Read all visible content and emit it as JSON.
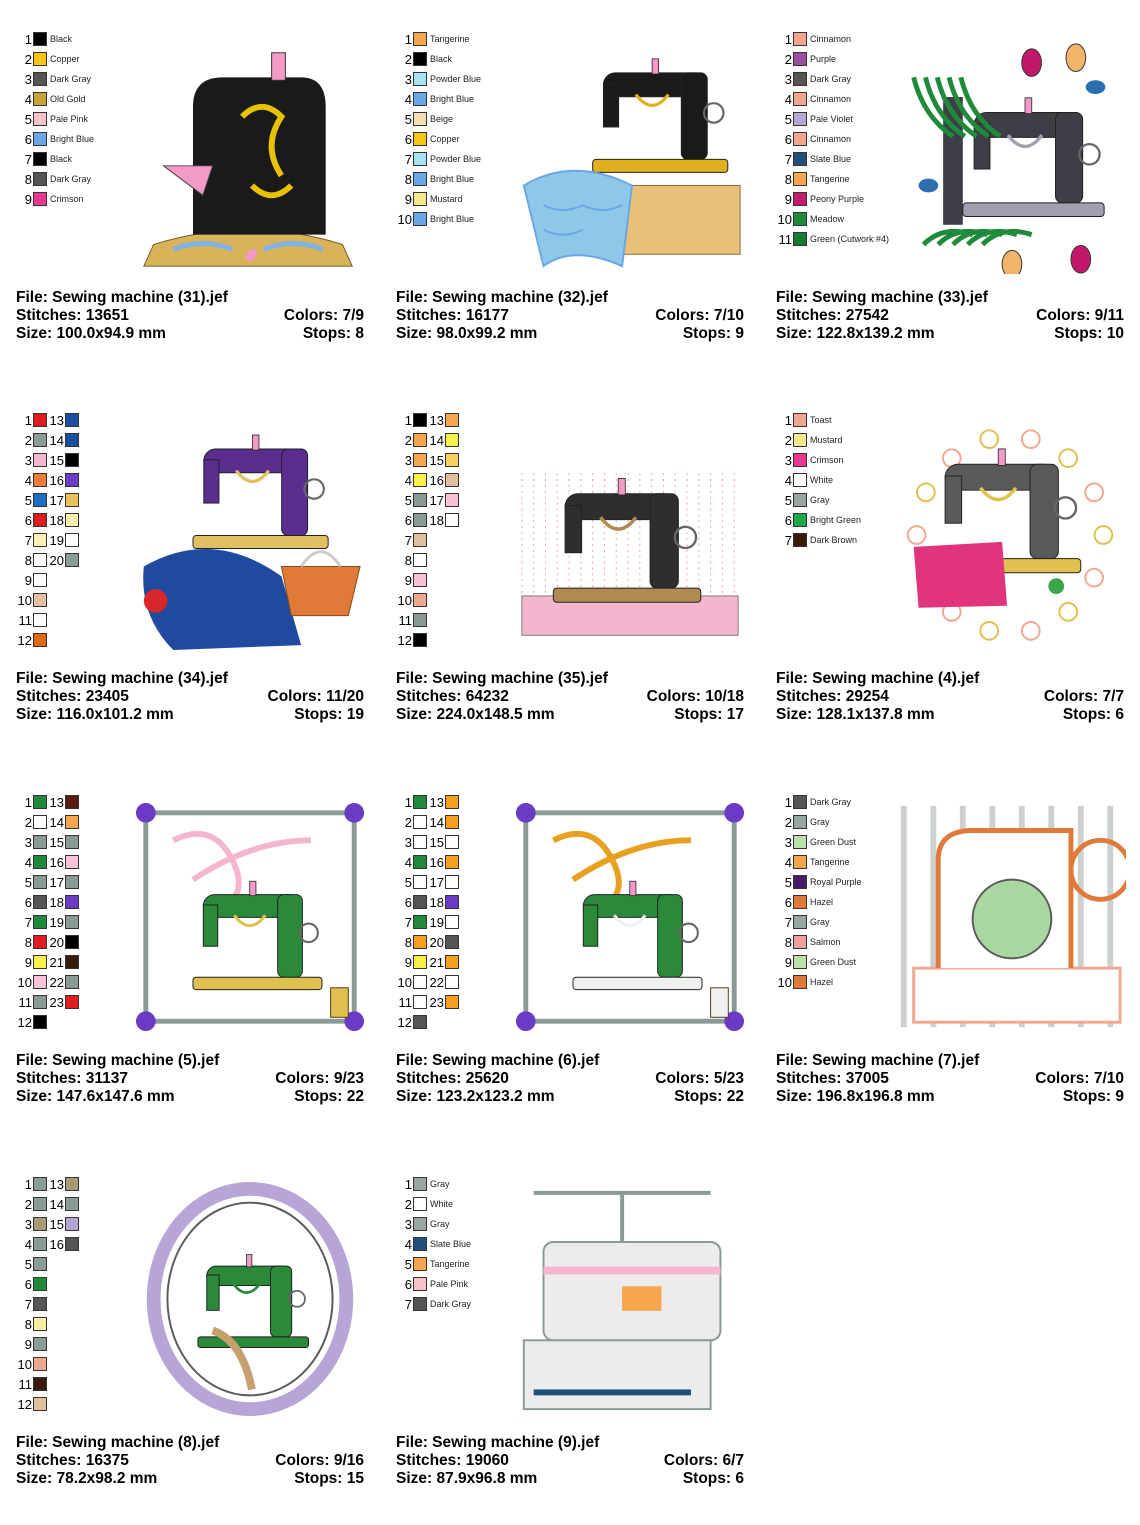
{
  "designs": [
    {
      "file": "File: Sewing machine (31).jef",
      "stitches": "Stitches: 13651",
      "colors": "Colors: 7/9",
      "size": "Size: 100.0x94.9 mm",
      "stops": "Stops: 8",
      "art": "vintage",
      "art_colors": [
        "#1a1a1a",
        "#e8c200",
        "#d9b35a",
        "#7fb3e6",
        "#f39ac8"
      ],
      "palette": [
        {
          "num": "1",
          "name": "Black",
          "color": "#000000"
        },
        {
          "num": "2",
          "name": "Copper",
          "color": "#f5c518"
        },
        {
          "num": "3",
          "name": "Dark Gray",
          "color": "#555555"
        },
        {
          "num": "4",
          "name": "Old Gold",
          "color": "#c9a23a"
        },
        {
          "num": "5",
          "name": "Pale Pink",
          "color": "#f7c1c9"
        },
        {
          "num": "6",
          "name": "Bright Blue",
          "color": "#6aa7e6"
        },
        {
          "num": "7",
          "name": "Black",
          "color": "#000000"
        },
        {
          "num": "8",
          "name": "Dark Gray",
          "color": "#555555"
        },
        {
          "num": "9",
          "name": "Crimson",
          "color": "#e8388f"
        }
      ]
    },
    {
      "file": "File: Sewing machine (32).jef",
      "stitches": "Stitches: 16177",
      "colors": "Colors: 7/10",
      "size": "Size: 98.0x99.2 mm",
      "stops": "Stops: 9",
      "art": "fabric",
      "art_colors": [
        "#1a1a1a",
        "#e0b020",
        "#e7c079",
        "#8fc7e8",
        "#6aa7e6"
      ],
      "palette": [
        {
          "num": "1",
          "name": "Tangerine",
          "color": "#f7a650"
        },
        {
          "num": "2",
          "name": "Black",
          "color": "#000000"
        },
        {
          "num": "3",
          "name": "Powder Blue",
          "color": "#a6e3f2"
        },
        {
          "num": "4",
          "name": "Bright Blue",
          "color": "#6aa7e6"
        },
        {
          "num": "5",
          "name": "Beige",
          "color": "#f5deb0"
        },
        {
          "num": "6",
          "name": "Copper",
          "color": "#f5c518"
        },
        {
          "num": "7",
          "name": "Powder Blue",
          "color": "#a6e3f2"
        },
        {
          "num": "8",
          "name": "Bright Blue",
          "color": "#6aa7e6"
        },
        {
          "num": "9",
          "name": "Mustard",
          "color": "#f5e88c"
        },
        {
          "num": "10",
          "name": "Bright Blue",
          "color": "#6aa7e6"
        }
      ]
    },
    {
      "file": "File: Sewing machine (33).jef",
      "stitches": "Stitches: 27542",
      "colors": "Colors: 9/11",
      "size": "Size: 122.8x139.2 mm",
      "stops": "Stops: 10",
      "art": "tulips",
      "art_colors": [
        "#3e3e46",
        "#1f8a3a",
        "#c2186b",
        "#f2b36b",
        "#2c6fb0"
      ],
      "palette": [
        {
          "num": "1",
          "name": "Cinnamon",
          "color": "#f0a890"
        },
        {
          "num": "2",
          "name": "Purple",
          "color": "#9b4fa0"
        },
        {
          "num": "3",
          "name": "Dark Gray",
          "color": "#555555"
        },
        {
          "num": "4",
          "name": "Cinnamon",
          "color": "#f0a890"
        },
        {
          "num": "5",
          "name": "Pale Violet",
          "color": "#b7a5d8"
        },
        {
          "num": "6",
          "name": "Cinnamon",
          "color": "#f0a890"
        },
        {
          "num": "7",
          "name": "Slate Blue",
          "color": "#1f4f7a"
        },
        {
          "num": "8",
          "name": "Tangerine",
          "color": "#f7a650"
        },
        {
          "num": "9",
          "name": "Peony Purple",
          "color": "#c21c6a"
        },
        {
          "num": "10",
          "name": "Meadow",
          "color": "#1f8a3a"
        },
        {
          "num": "11",
          "name": "Green (Cutwork #4)",
          "color": "#137a3a"
        }
      ]
    },
    {
      "file": "File: Sewing machine (34).jef",
      "stitches": "Stitches: 23405",
      "colors": "Colors: 11/20",
      "size": "Size: 116.0x101.2 mm",
      "stops": "Stops: 19",
      "art": "basket",
      "art_colors": [
        "#5a2d8f",
        "#e0c060",
        "#1f4aa0",
        "#e07a3a",
        "#d62828"
      ],
      "palette": [
        {
          "num": "1",
          "color": "#e11b1b",
          "num2": "13",
          "color2": "#1b4ea0"
        },
        {
          "num": "2",
          "color": "#8a9a96",
          "num2": "14",
          "color2": "#1b4ea0"
        },
        {
          "num": "3",
          "color": "#f7b6d0",
          "num2": "15",
          "color2": "#000000"
        },
        {
          "num": "4",
          "color": "#f07a3a",
          "num2": "16",
          "color2": "#6a3bc4"
        },
        {
          "num": "5",
          "color": "#1b6ec4",
          "num2": "17",
          "color2": "#e8c05a"
        },
        {
          "num": "6",
          "color": "#e11b1b",
          "num2": "18",
          "color2": "#f7f0b0"
        },
        {
          "num": "7",
          "color": "#f7f0b0",
          "num2": "19",
          "color2": "#ffffff"
        },
        {
          "num": "8",
          "color": "#ffffff",
          "num2": "20",
          "color2": "#8a9a96"
        },
        {
          "num": "9",
          "color": "#ffffff"
        },
        {
          "num": "10",
          "color": "#e0c0a0"
        },
        {
          "num": "11",
          "color": "#ffffff"
        },
        {
          "num": "12",
          "color": "#e06a1a"
        }
      ]
    },
    {
      "file": "File: Sewing machine (35).jef",
      "stitches": "Stitches: 64232",
      "colors": "Colors: 10/18",
      "size": "Size: 224.0x148.5 mm",
      "stops": "Stops: 17",
      "art": "wide",
      "art_colors": [
        "#2e2e2e",
        "#f4b6cf",
        "#7a7a7a",
        "#b08a50",
        "#e8a0c0"
      ],
      "palette": [
        {
          "num": "1",
          "color": "#000000",
          "num2": "13",
          "color2": "#f7a650"
        },
        {
          "num": "2",
          "color": "#f7a650",
          "num2": "14",
          "color2": "#f7f04a"
        },
        {
          "num": "3",
          "color": "#f7a650",
          "num2": "15",
          "color2": "#f7d060"
        },
        {
          "num": "4",
          "color": "#f7f04a",
          "num2": "16",
          "color2": "#e0c0a0"
        },
        {
          "num": "5",
          "color": "#8a9a96",
          "num2": "17",
          "color2": "#f7c1d9"
        },
        {
          "num": "6",
          "color": "#8a9a96",
          "num2": "18",
          "color2": "#ffffff"
        },
        {
          "num": "7",
          "color": "#e0c0a0"
        },
        {
          "num": "8",
          "color": "#ffffff"
        },
        {
          "num": "9",
          "color": "#f7c1d9"
        },
        {
          "num": "10",
          "color": "#f0a890"
        },
        {
          "num": "11",
          "color": "#8a9a96"
        },
        {
          "num": "12",
          "color": "#000000"
        }
      ]
    },
    {
      "file": "File: Sewing machine (4).jef",
      "stitches": "Stitches: 29254",
      "colors": "Colors: 7/7",
      "size": "Size: 128.1x137.8 mm",
      "stops": "Stops: 6",
      "art": "swirl",
      "art_colors": [
        "#5a5a5a",
        "#e0357d",
        "#e0c050",
        "#f0a890",
        "#3ea64a"
      ],
      "palette": [
        {
          "num": "1",
          "name": "Toast",
          "color": "#f0a890"
        },
        {
          "num": "2",
          "name": "Mustard",
          "color": "#f5e88c"
        },
        {
          "num": "3",
          "name": "Crimson",
          "color": "#e8388f"
        },
        {
          "num": "4",
          "name": "White",
          "color": "#ffffff"
        },
        {
          "num": "5",
          "name": "Gray",
          "color": "#9aa5a2"
        },
        {
          "num": "6",
          "name": "Bright Green",
          "color": "#1fa84a"
        },
        {
          "num": "7",
          "name": "Dark Brown",
          "color": "#3a1a0a"
        }
      ]
    },
    {
      "file": "File: Sewing machine (5).jef",
      "stitches": "Stitches: 31137",
      "colors": "Colors: 9/23",
      "size": "Size: 147.6x147.6 mm",
      "stops": "Stops: 22",
      "art": "scissors",
      "art_colors": [
        "#2a8a3a",
        "#f4b6cf",
        "#6a3bc4",
        "#e0c050",
        "#6a4a2a"
      ],
      "palette": [
        {
          "num": "1",
          "color": "#1f8a3a",
          "num2": "13",
          "color2": "#5a1a10"
        },
        {
          "num": "2",
          "color": "#ffffff",
          "num2": "14",
          "color2": "#f7a650"
        },
        {
          "num": "3",
          "color": "#8a9a96",
          "num2": "15",
          "color2": "#8a9a96"
        },
        {
          "num": "4",
          "color": "#1f8a3a",
          "num2": "16",
          "color2": "#f7c1d9"
        },
        {
          "num": "5",
          "color": "#8a9a96",
          "num2": "17",
          "color2": "#8a9a96"
        },
        {
          "num": "6",
          "color": "#555555",
          "num2": "18",
          "color2": "#6a3bc4"
        },
        {
          "num": "7",
          "color": "#1f8a3a",
          "num2": "19",
          "color2": "#8a9a96"
        },
        {
          "num": "8",
          "color": "#e11b1b",
          "num2": "20",
          "color2": "#000000"
        },
        {
          "num": "9",
          "color": "#f7f04a",
          "num2": "21",
          "color2": "#3a1a0a"
        },
        {
          "num": "10",
          "color": "#f7c1d9",
          "num2": "22",
          "color2": "#8a9a96"
        },
        {
          "num": "11",
          "color": "#8a9a96",
          "num2": "23",
          "color2": "#e11b1b"
        },
        {
          "num": "12",
          "color": "#000000"
        }
      ]
    },
    {
      "file": "File: Sewing machine (6).jef",
      "stitches": "Stitches: 25620",
      "colors": "Colors: 5/23",
      "size": "Size: 123.2x123.2 mm",
      "stops": "Stops: 22",
      "art": "scissors",
      "art_colors": [
        "#2a8a3a",
        "#e8a020",
        "#6a3bc4",
        "#f0f0f0",
        "#6a4a2a"
      ],
      "palette": [
        {
          "num": "1",
          "color": "#1f8a3a",
          "num2": "13",
          "color2": "#f7a020"
        },
        {
          "num": "2",
          "color": "#ffffff",
          "num2": "14",
          "color2": "#f7a020"
        },
        {
          "num": "3",
          "color": "#ffffff",
          "num2": "15",
          "color2": "#ffffff"
        },
        {
          "num": "4",
          "color": "#1f8a3a",
          "num2": "16",
          "color2": "#f7a020"
        },
        {
          "num": "5",
          "color": "#ffffff",
          "num2": "17",
          "color2": "#ffffff"
        },
        {
          "num": "6",
          "color": "#555555",
          "num2": "18",
          "color2": "#6a3bc4"
        },
        {
          "num": "7",
          "color": "#1f8a3a",
          "num2": "19",
          "color2": "#ffffff"
        },
        {
          "num": "8",
          "color": "#f7a020",
          "num2": "20",
          "color2": "#555555"
        },
        {
          "num": "9",
          "color": "#f7f04a",
          "num2": "21",
          "color2": "#f7a020"
        },
        {
          "num": "10",
          "color": "#ffffff",
          "num2": "22",
          "color2": "#ffffff"
        },
        {
          "num": "11",
          "color": "#ffffff",
          "num2": "23",
          "color2": "#f7a020"
        },
        {
          "num": "12",
          "color": "#555555"
        }
      ]
    },
    {
      "file": "File: Sewing machine (7).jef",
      "stitches": "Stitches: 37005",
      "colors": "Colors: 7/10",
      "size": "Size: 196.8x196.8 mm",
      "stops": "Stops: 9",
      "art": "outline",
      "art_colors": [
        "#9aa5a2",
        "#e07a3a",
        "#a8d8a0",
        "#f0a890",
        "#5a5a5a"
      ],
      "palette": [
        {
          "num": "1",
          "name": "Dark Gray",
          "color": "#555555"
        },
        {
          "num": "2",
          "name": "Gray",
          "color": "#9aa5a2"
        },
        {
          "num": "3",
          "name": "Green Dust",
          "color": "#b8e0a8"
        },
        {
          "num": "4",
          "name": "Tangerine",
          "color": "#f7a650"
        },
        {
          "num": "5",
          "name": "Royal Purple",
          "color": "#4a1a6a"
        },
        {
          "num": "6",
          "name": "Hazel",
          "color": "#e07a3a"
        },
        {
          "num": "7",
          "name": "Gray",
          "color": "#9aa5a2"
        },
        {
          "num": "8",
          "name": "Salmon",
          "color": "#f0a0a0"
        },
        {
          "num": "9",
          "name": "Green Dust",
          "color": "#b8e0a8"
        },
        {
          "num": "10",
          "name": "Hazel",
          "color": "#e07a3a"
        }
      ]
    },
    {
      "file": "File: Sewing machine (8).jef",
      "stitches": "Stitches: 16375",
      "colors": "Colors: 9/16",
      "size": "Size: 78.2x98.2 mm",
      "stops": "Stops: 15",
      "art": "oval",
      "art_colors": [
        "#2a8a3a",
        "#b7a5d8",
        "#c8a070",
        "#e0a080",
        "#5a5a5a"
      ],
      "palette": [
        {
          "num": "1",
          "color": "#8a9a96",
          "num2": "13",
          "color2": "#a89a70"
        },
        {
          "num": "2",
          "color": "#8a9a96",
          "num2": "14",
          "color2": "#8a9a96"
        },
        {
          "num": "3",
          "color": "#a89a70",
          "num2": "15",
          "color2": "#b7a5d8"
        },
        {
          "num": "4",
          "color": "#8a9a96",
          "num2": "16",
          "color2": "#555555"
        },
        {
          "num": "5",
          "color": "#8a9a96"
        },
        {
          "num": "6",
          "color": "#1f8a3a"
        },
        {
          "num": "7",
          "color": "#555555"
        },
        {
          "num": "8",
          "color": "#f7f0a0"
        },
        {
          "num": "9",
          "color": "#8a9a96"
        },
        {
          "num": "10",
          "color": "#f0a890"
        },
        {
          "num": "11",
          "color": "#3a1a0a"
        },
        {
          "num": "12",
          "color": "#e0c0a0"
        }
      ]
    },
    {
      "file": "File: Sewing machine (9).jef",
      "stitches": "Stitches: 19060",
      "colors": "Colors: 6/7",
      "size": "Size: 87.9x96.8 mm",
      "stops": "Stops: 6",
      "art": "serger",
      "art_colors": [
        "#8a9a96",
        "#ececec",
        "#1f4f7a",
        "#f7b6cf",
        "#f7a650"
      ],
      "palette": [
        {
          "num": "1",
          "name": "Gray",
          "color": "#9aa5a2"
        },
        {
          "num": "2",
          "name": "White",
          "color": "#ffffff"
        },
        {
          "num": "3",
          "name": "Gray",
          "color": "#9aa5a2"
        },
        {
          "num": "4",
          "name": "Slate Blue",
          "color": "#1f4f7a"
        },
        {
          "num": "5",
          "name": "Tangerine",
          "color": "#f7a650"
        },
        {
          "num": "6",
          "name": "Pale Pink",
          "color": "#f7c1c9"
        },
        {
          "num": "7",
          "name": "Dark Gray",
          "color": "#555555"
        }
      ]
    }
  ]
}
